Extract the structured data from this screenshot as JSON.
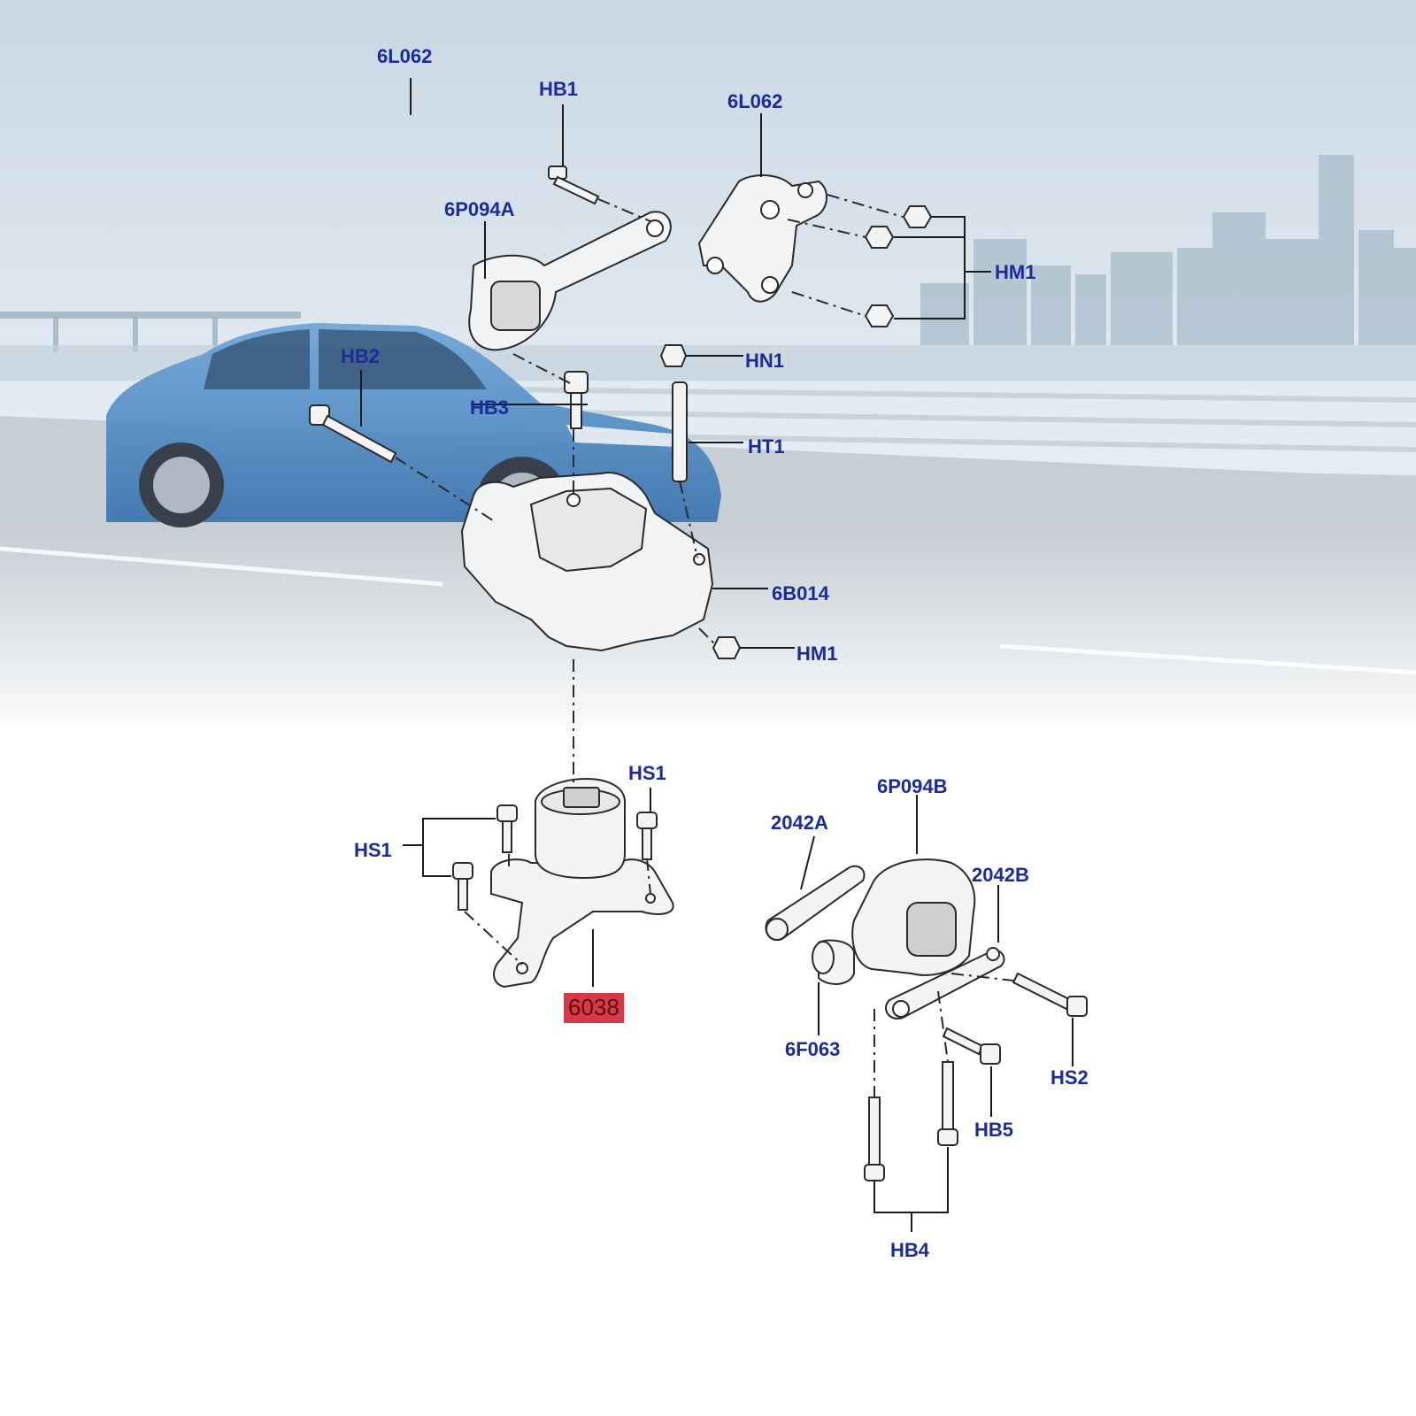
{
  "diagram": {
    "labels": {
      "l_6l062_top": "6L062",
      "l_hb1": "HB1",
      "l_6l062_bracket": "6L062",
      "l_6p094a": "6P094A",
      "l_hm1_top": "HM1",
      "l_hb2": "HB2",
      "l_hn1": "HN1",
      "l_hb3": "HB3",
      "l_ht1": "HT1",
      "l_6b014": "6B014",
      "l_hm1_lower": "HM1",
      "l_hs1_right": "HS1",
      "l_hs1_left": "HS1",
      "l_6p094b": "6P094B",
      "l_2042a": "2042A",
      "l_2042b": "2042B",
      "l_6f063": "6F063",
      "l_hs2": "HS2",
      "l_hb5": "HB5",
      "l_hb4": "HB4"
    },
    "highlighted_part": "6038",
    "colors": {
      "label": "#1c2b9c",
      "highlight_bg": "#d73a44",
      "highlight_text": "#5a0f12",
      "car_body": "#4a86c2",
      "line_art": "#2a2a2a"
    }
  }
}
